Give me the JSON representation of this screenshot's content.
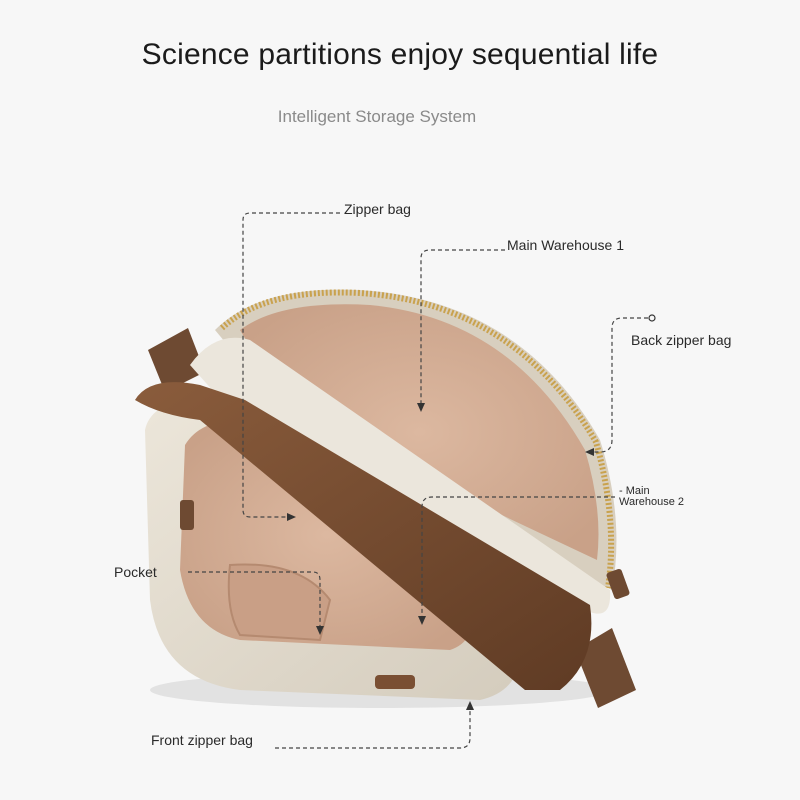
{
  "header": {
    "title": "Science partitions enjoy sequential life",
    "subtitle": "Intelligent Storage System"
  },
  "callouts": {
    "zipper_bag": "Zipper bag",
    "main_warehouse_1": "Main Warehouse 1",
    "back_zipper_bag": "Back zipper bag",
    "main_warehouse_2_line1": "- Main",
    "main_warehouse_2_line2": "Warehouse 2",
    "pocket": "Pocket",
    "front_zipper_bag": "Front zipper bag"
  },
  "colors": {
    "background": "#f7f7f7",
    "bag_fabric": "#e3dccf",
    "lining": "#d9b49c",
    "leather_trim": "#7a4f33",
    "zipper": "#c9a24e",
    "callout_line": "#444444"
  }
}
